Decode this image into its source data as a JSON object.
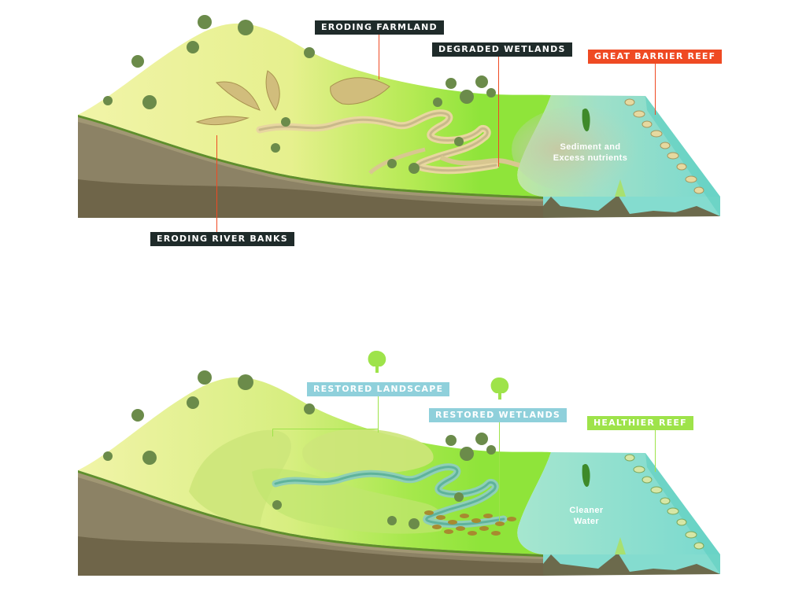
{
  "before": {
    "labels": {
      "eroding_farmland": "ERODING FARMLAND",
      "degraded_wetlands": "DEGRADED WETLANDS",
      "great_barrier_reef": "GREAT BARRIER REEF",
      "eroding_river_banks": "ERODING RIVER BANKS"
    },
    "water_label_line1": "Sediment and",
    "water_label_line2": "Excess nutrients"
  },
  "after": {
    "labels": {
      "restored_landscape": "RESTORED LANDSCAPE",
      "restored_wetlands": "RESTORED WETLANDS",
      "healthier_reef": "HEALTHIER REEF"
    },
    "water_label_line1": "Cleaner",
    "water_label_line2": "Water"
  },
  "colors": {
    "pasture": "#eef29a",
    "wet_green": "#8fe43a",
    "soil": "#8a7f62",
    "deep_soil": "#6e654b",
    "sea": "#7fdcd0",
    "reef_accent": "#ef4a23",
    "restore_accent": "#8fd0db",
    "reef_health_accent": "#9ee34a",
    "label_dark": "#1f2b2a"
  }
}
